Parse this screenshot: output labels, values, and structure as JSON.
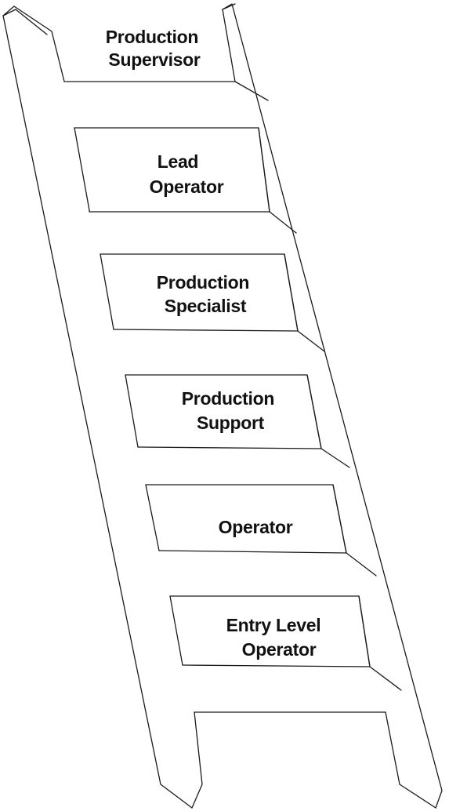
{
  "ladder": {
    "rungs": [
      {
        "lines": [
          "Production",
          "Supervisor"
        ]
      },
      {
        "lines": [
          "Lead",
          "Operator"
        ]
      },
      {
        "lines": [
          "Production",
          "Specialist"
        ]
      },
      {
        "lines": [
          "Production",
          "Support"
        ]
      },
      {
        "lines": [
          "Operator"
        ]
      },
      {
        "lines": [
          "Entry Level",
          "Operator"
        ]
      }
    ]
  }
}
